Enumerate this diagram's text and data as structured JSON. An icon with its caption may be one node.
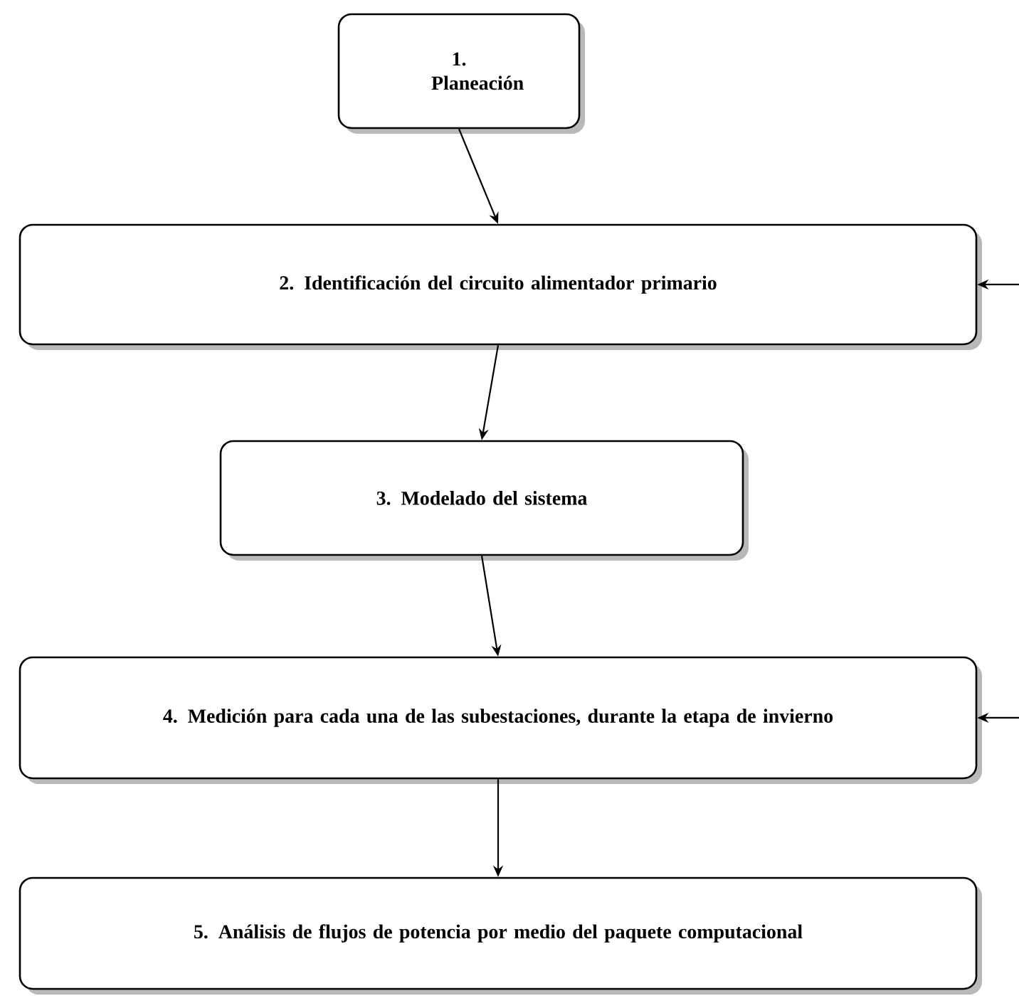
{
  "diagram": {
    "nodes": [
      {
        "text": [
          "1. Planeación"
        ]
      },
      {
        "text": [
          "2. Identificación del circuito alimentador primario"
        ]
      },
      {
        "text": [
          "3. Modelado del sistema"
        ]
      },
      {
        "text": [
          "4. Medición para cada una de las subestaciones, durante la etapa de invierno"
        ]
      },
      {
        "text": [
          "5. Análisis de flujos de potencia por medio del paquete computacional"
        ]
      }
    ],
    "edges": [
      {
        "from": 0,
        "to": 1,
        "arrow": "to"
      },
      {
        "from": 1,
        "to": 2,
        "arrow": "to"
      },
      {
        "from": 2,
        "to": 3,
        "arrow": "to"
      },
      {
        "from": 3,
        "to": 4,
        "arrow": "to"
      },
      {
        "from": null,
        "to": 1,
        "arrow": "to"
      },
      {
        "from": null,
        "to": 3,
        "arrow": "to"
      }
    ]
  }
}
